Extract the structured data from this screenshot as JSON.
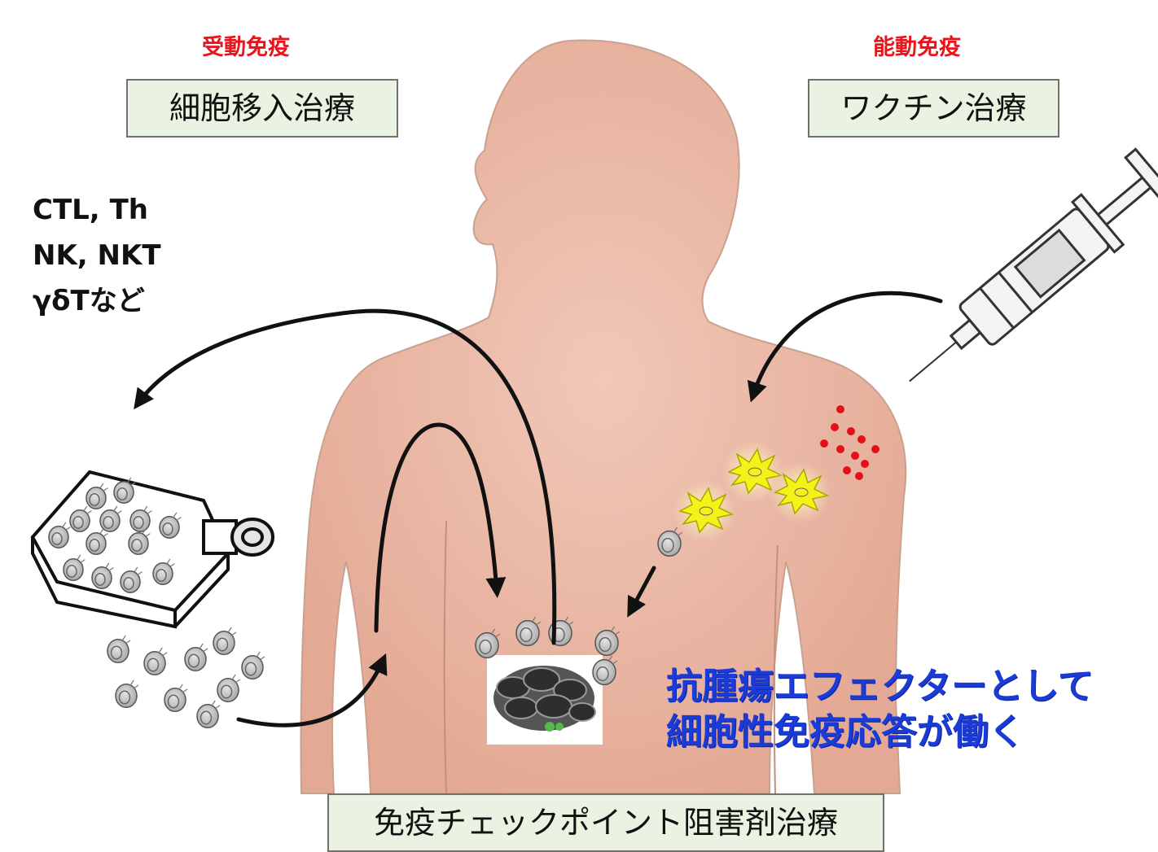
{
  "passive": {
    "category_label": "受動免疫",
    "therapy_label": "細胞移入治療",
    "cell_types": [
      "CTL, Th",
      "NK, NKT",
      "γδTなど"
    ]
  },
  "active": {
    "category_label": "能動免疫",
    "therapy_label": "ワクチン治療"
  },
  "effector_text": [
    "抗腫瘍エフェクターとして",
    "細胞性免疫応答が働く"
  ],
  "checkpoint_label": "免疫チェックポイント阻害剤治療",
  "colors": {
    "category_red": "#e8141c",
    "box_fill": "#eaf3e2",
    "effector_blue": "#1a3bd6",
    "skin": "#e9b4a4",
    "dendritic_yellow": "#f5f219",
    "antigen_red": "#e3101a"
  },
  "icons": [
    "human-torso",
    "syringe-icon",
    "culture-flask-icon",
    "lymphocyte-icon",
    "dendritic-cell-icon",
    "tumor-icon"
  ]
}
